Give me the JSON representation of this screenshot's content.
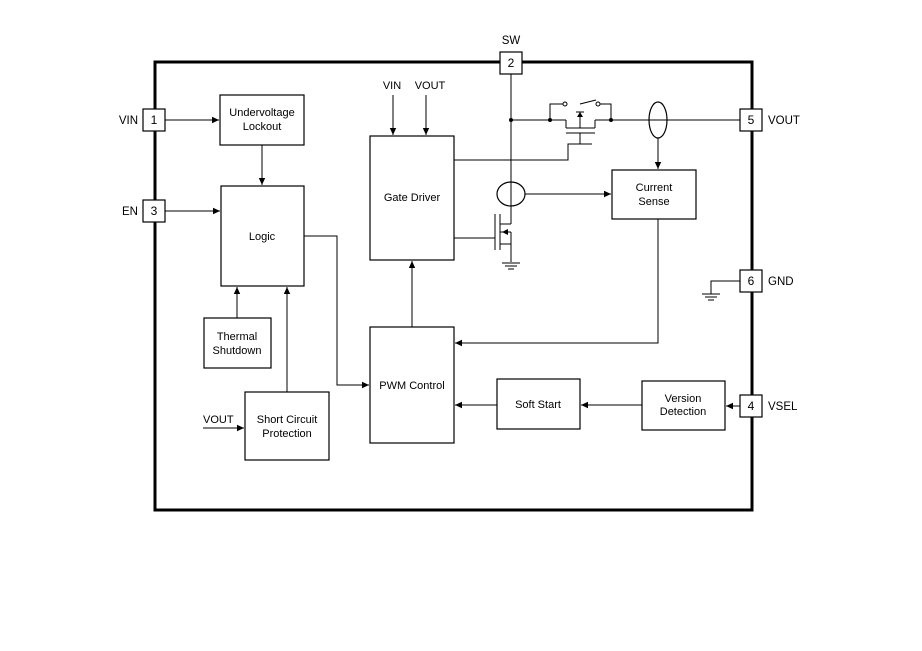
{
  "pins": {
    "sw": {
      "number": "2",
      "label": "SW"
    },
    "vin": {
      "number": "1",
      "label": "VIN"
    },
    "en": {
      "number": "3",
      "label": "EN"
    },
    "vout": {
      "number": "5",
      "label": "VOUT"
    },
    "gnd": {
      "number": "6",
      "label": "GND"
    },
    "vsel": {
      "number": "4",
      "label": "VSEL"
    }
  },
  "blocks": {
    "uvlo": {
      "line1": "Undervoltage",
      "line2": "Lockout"
    },
    "logic": "Logic",
    "thermal": {
      "line1": "Thermal",
      "line2": "Shutdown"
    },
    "scp": {
      "line1": "Short Circuit",
      "line2": "Protection"
    },
    "gate_driver": "Gate Driver",
    "pwm": "PWM Control",
    "soft_start": "Soft Start",
    "version": {
      "line1": "Version",
      "line2": "Detection"
    },
    "current_sense": {
      "line1": "Current",
      "line2": "Sense"
    }
  },
  "signals": {
    "gd_vin": "VIN",
    "gd_vout": "VOUT",
    "scp_vout": "VOUT"
  }
}
